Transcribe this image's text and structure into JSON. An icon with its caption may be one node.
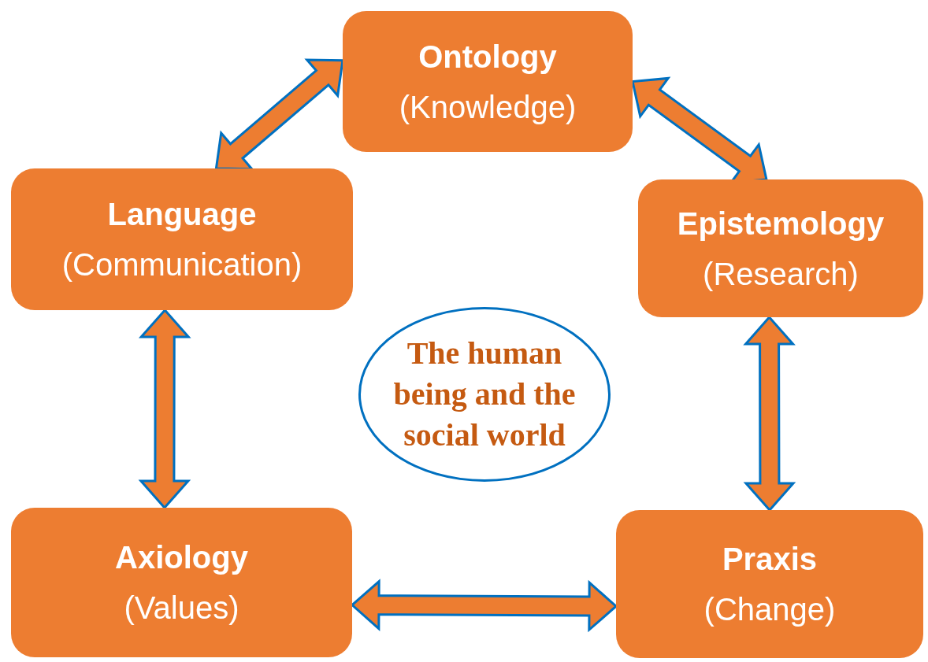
{
  "diagram": {
    "nodes": [
      {
        "text": [
          "Ontology",
          "(Knowledge)"
        ]
      },
      {
        "text": [
          "Language",
          "(Communication)"
        ]
      },
      {
        "text": [
          "Epistemology",
          "(Research)"
        ]
      },
      {
        "text": [
          "The human being and the social world"
        ]
      },
      {
        "text": [
          "Axiology",
          "(Values)"
        ]
      },
      {
        "text": [
          "Praxis",
          "(Change)"
        ]
      }
    ],
    "edges": [
      {
        "from": 1,
        "to": 0,
        "arrow": "both"
      },
      {
        "from": 0,
        "to": 2,
        "arrow": "both"
      },
      {
        "from": 2,
        "to": 5,
        "arrow": "both"
      },
      {
        "from": 5,
        "to": 4,
        "arrow": "both"
      },
      {
        "from": 4,
        "to": 1,
        "arrow": "both"
      }
    ]
  }
}
